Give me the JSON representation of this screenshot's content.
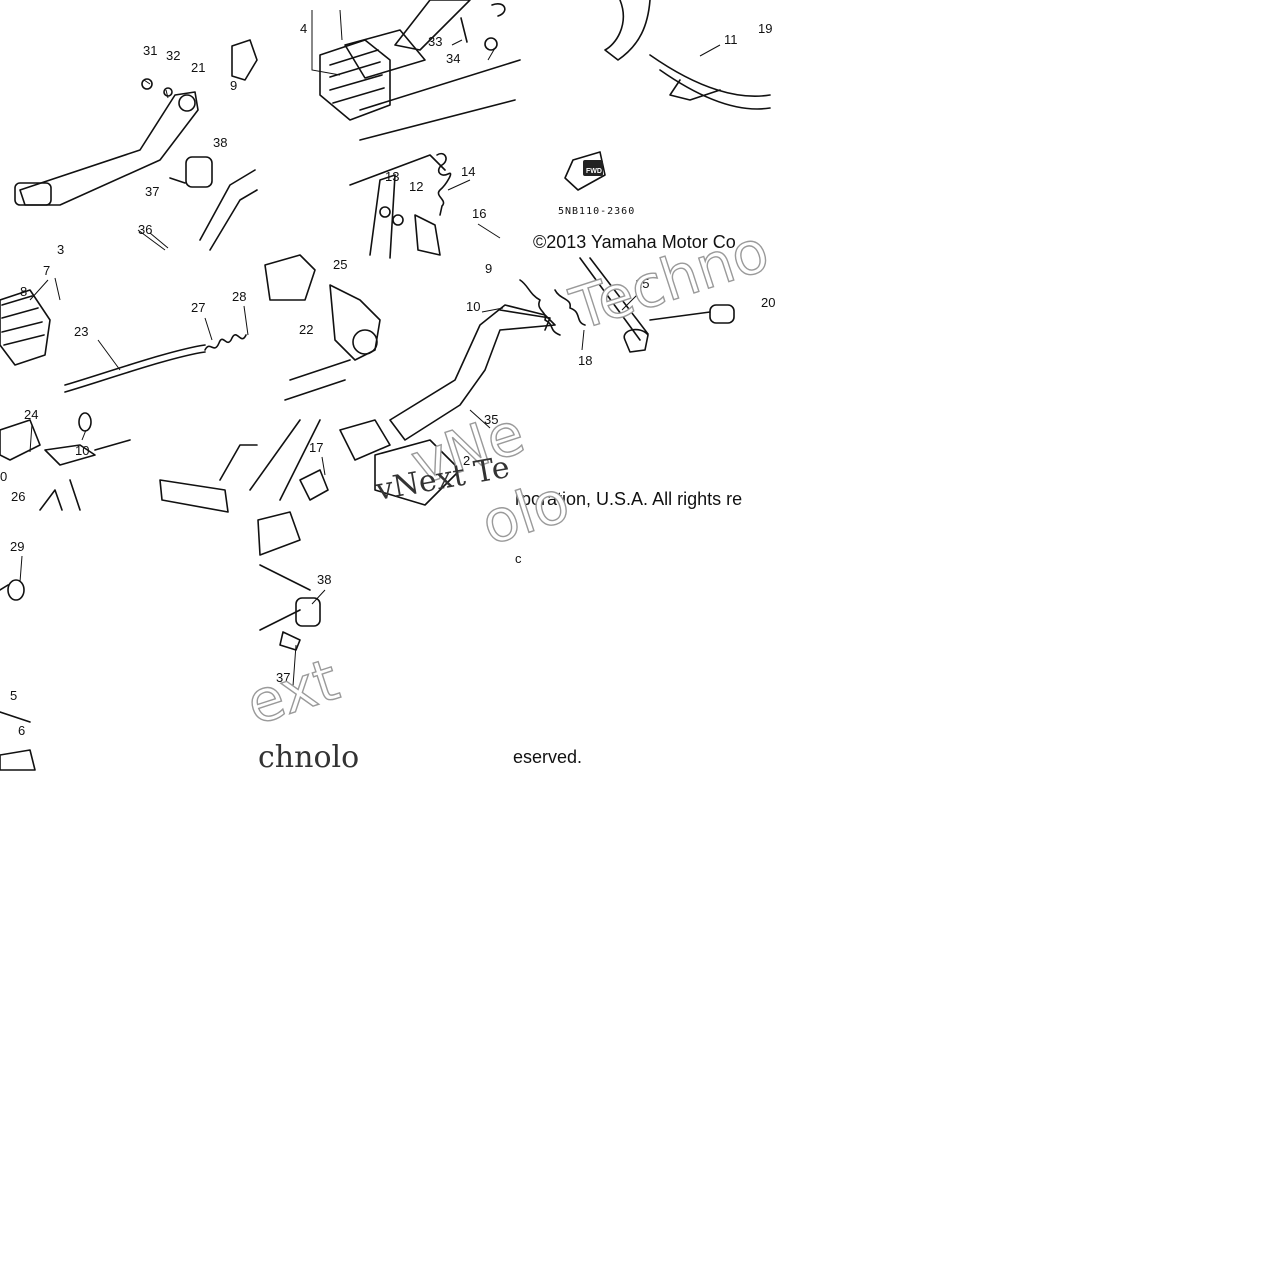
{
  "diagram": {
    "copyright_line1": "©2013 Yamaha Motor Co",
    "copyright_line2": "rporation, U.S.A. All rights re",
    "copyright_line3": "eserved.",
    "fwd_label": "FWD",
    "part_code": "5NB110-2360",
    "watermark_1": "Techno",
    "watermark_2": "vNe",
    "watermark_3": "vNext Te",
    "watermark_4": "olo",
    "watermark_5": "ext",
    "watermark_6": "chnolo",
    "stray_char": "c",
    "part_numbers": [
      "31",
      "32",
      "21",
      "9",
      "38",
      "37",
      "36",
      "3",
      "7",
      "8",
      "23",
      "27",
      "28",
      "24",
      "10",
      "26",
      "29",
      "5",
      "6",
      "4",
      "33",
      "34",
      "13",
      "12",
      "14",
      "25",
      "22",
      "11",
      "19",
      "16",
      "9",
      "10",
      "15",
      "18",
      "35",
      "17",
      "2",
      "38",
      "37",
      "0",
      "20"
    ]
  }
}
